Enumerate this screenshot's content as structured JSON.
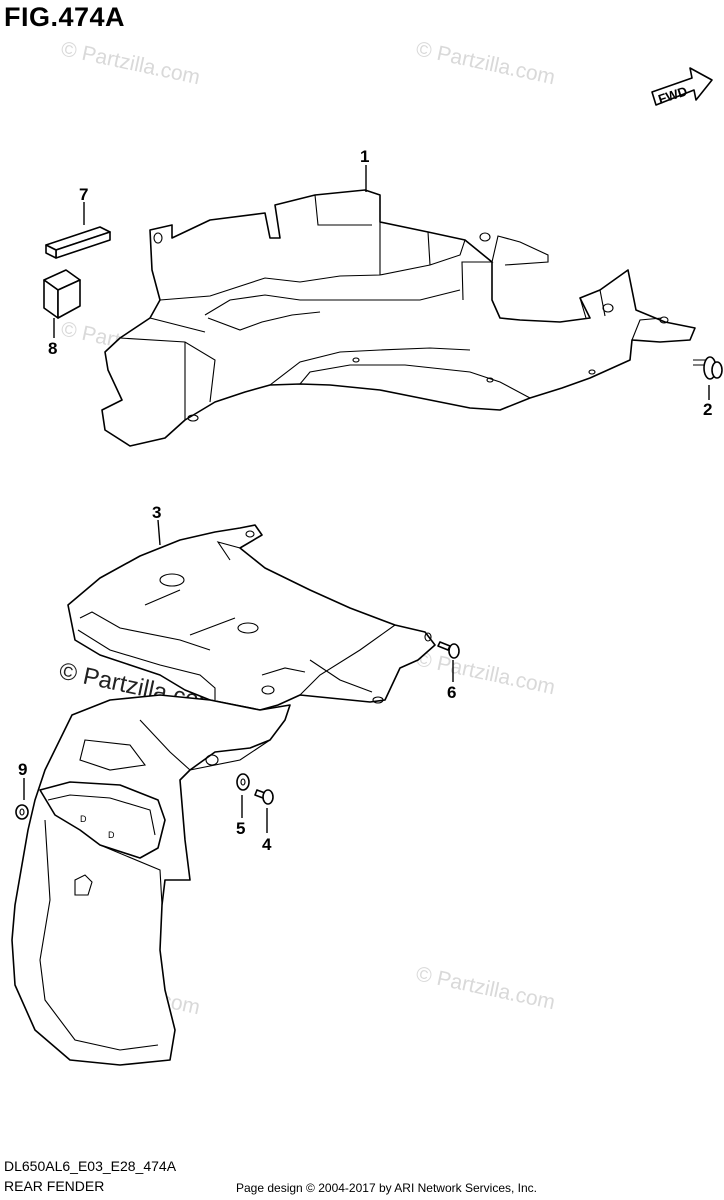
{
  "figure": {
    "title": "FIG.474A",
    "fwd_label": "FWD",
    "diagram_code": "DL650AL6_E03_E28_474A",
    "section_name": "REAR FENDER",
    "page_credit": "Page design © 2004-2017 by ARI Network Services, Inc."
  },
  "watermark": {
    "text": "© Partzilla.com"
  },
  "callouts": [
    "1",
    "2",
    "3",
    "4",
    "5",
    "6",
    "7",
    "8",
    "9"
  ]
}
